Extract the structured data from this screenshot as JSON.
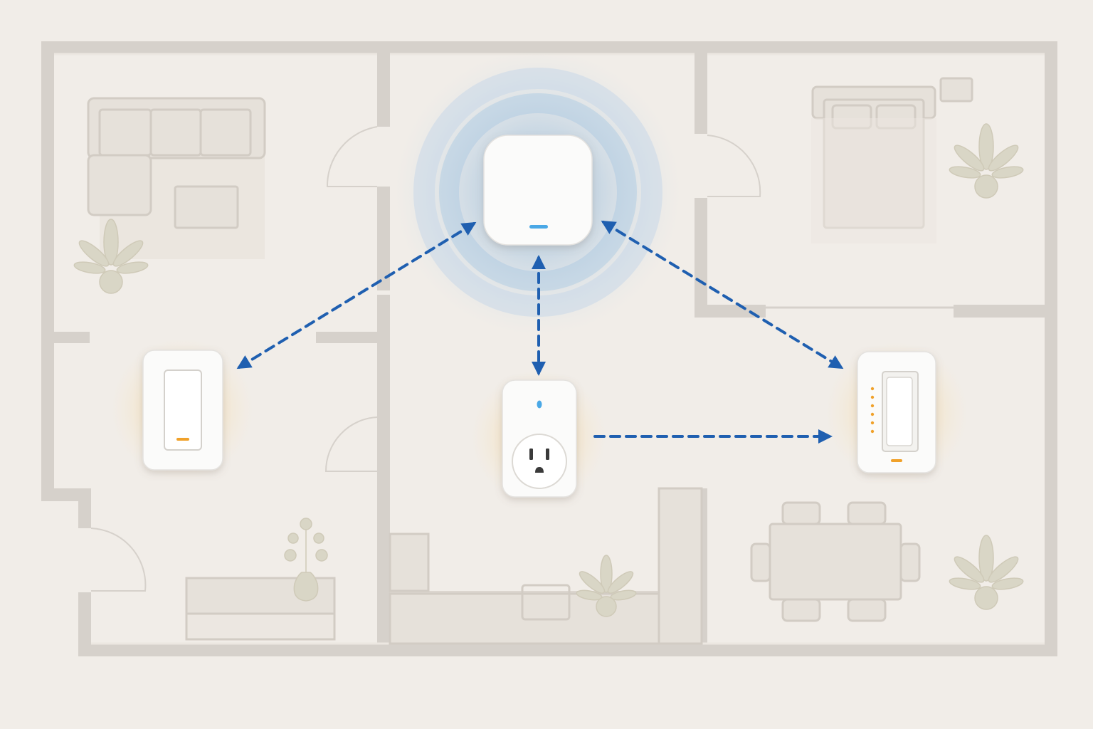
{
  "colors": {
    "background": "#f1ede8",
    "wall": "#d6d1cb",
    "wall_inner": "#ece7e1",
    "furniture_fill": "#e6e1da",
    "furniture_stroke": "#d2ccc4",
    "plant": "#d9d6c6",
    "device_body": "#fbfbfa",
    "signal_blue": "#1f5fb0",
    "hub_glow": "#9ec1e0",
    "amber_glow": "#f6c97a",
    "amber_led": "#f0a12a",
    "blue_led": "#4aa8e6"
  },
  "devices": [
    {
      "id": "hub",
      "kind": "hub",
      "icon": "hub-icon",
      "led": "blue"
    },
    {
      "id": "left-switch",
      "kind": "light-switch",
      "icon": "light-switch-icon",
      "led": "amber"
    },
    {
      "id": "smart-plug",
      "kind": "smart-plug",
      "icon": "outlet-icon",
      "led": "blue"
    },
    {
      "id": "dimmer",
      "kind": "dimmer-switch",
      "icon": "dimmer-switch-icon",
      "led": "amber",
      "level_indicators": 6
    }
  ],
  "connections": [
    {
      "from": "hub",
      "to": "left-switch",
      "style": "dashed",
      "direction": "bidirectional"
    },
    {
      "from": "hub",
      "to": "smart-plug",
      "style": "dashed",
      "direction": "bidirectional"
    },
    {
      "from": "hub",
      "to": "dimmer",
      "style": "dashed",
      "direction": "bidirectional"
    },
    {
      "from": "smart-plug",
      "to": "dimmer",
      "style": "dashed",
      "direction": "one-way"
    }
  ],
  "rooms": [
    "living-room",
    "entry",
    "kitchen-hall",
    "bedroom",
    "dining-room"
  ]
}
